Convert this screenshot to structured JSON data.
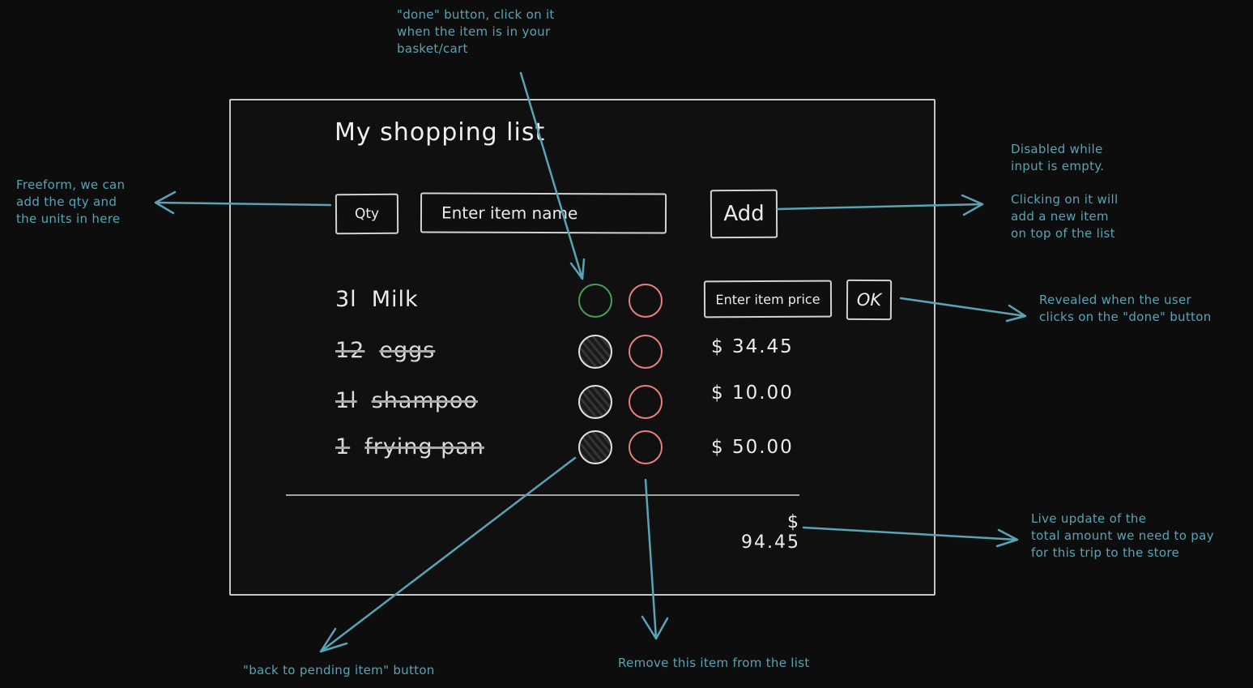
{
  "annotations": {
    "done_button_note": "\"done\" button, click on it\nwhen the item is in your\nbasket/cart",
    "qty_freeform_note": "Freeform, we can\nadd the qty and\nthe units in here",
    "add_disabled_note": "Disabled while\ninput is empty.",
    "add_click_note": "Clicking on it will\nadd a new item\non top of the list",
    "ok_revealed_note": "Revealed when the user\nclicks on the \"done\" button",
    "total_live_note": "Live update of the\ntotal amount we need to pay\nfor this trip to the store",
    "back_pending_note": "\"back to pending item\" button",
    "remove_item_note": "Remove this item from the list"
  },
  "panel": {
    "title": "My shopping list",
    "qty_placeholder": "Qty",
    "name_placeholder": "Enter item name",
    "add_label": "Add",
    "price_placeholder": "Enter item price",
    "ok_label": "OK",
    "items": [
      {
        "qty": "3l",
        "name": "Milk",
        "done": false,
        "price": ""
      },
      {
        "qty": "12",
        "name": "eggs",
        "done": true,
        "price": "$ 34.45"
      },
      {
        "qty": "1l",
        "name": "shampoo",
        "done": true,
        "price": "$ 10.00"
      },
      {
        "qty": "1",
        "name": "frying pan",
        "done": true,
        "price": "$ 50.00"
      }
    ],
    "total": "$ 94.45"
  },
  "colors": {
    "annotation_teal": "#58a3b4",
    "done_green": "#43a052",
    "remove_red": "#e97f7c",
    "ink_white": "#ececec",
    "background": "#0d0d0d"
  }
}
